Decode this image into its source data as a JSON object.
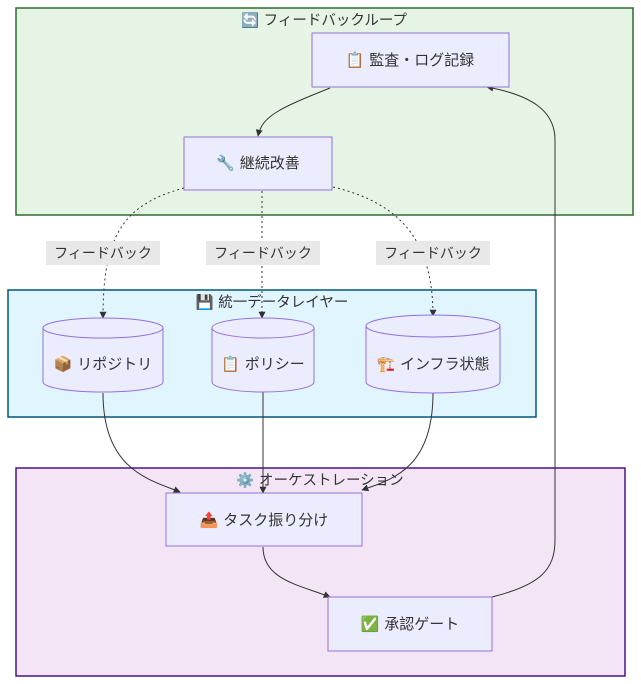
{
  "clusters": {
    "feedback": {
      "title": "🔄 フィードバックループ",
      "fill": "#e6f4e6",
      "stroke": "#2e6b2e"
    },
    "data_layer": {
      "title": "💾 統一データレイヤー",
      "fill": "#e1f5fe",
      "stroke": "#01577a"
    },
    "orchestration": {
      "title": "⚙️ オーケストレーション",
      "fill": "#f3e5f5",
      "stroke": "#4a148c"
    }
  },
  "nodes": {
    "audit": {
      "label": "📋 監査・ログ記録"
    },
    "improve": {
      "label": "🔧 継続改善"
    },
    "repo": {
      "label": "📦 リポジトリ"
    },
    "policy": {
      "label": "📋 ポリシー"
    },
    "infra": {
      "label": "🏗️ インフラ状態"
    },
    "dispatch": {
      "label": "📤 タスク振り分け"
    },
    "approval": {
      "label": "✅ 承認ゲート"
    }
  },
  "edges": {
    "to_repo": {
      "label": "フィードバック"
    },
    "to_policy": {
      "label": "フィードバック"
    },
    "to_infra": {
      "label": "フィードバック"
    }
  },
  "colors": {
    "node_fill": "#ececff",
    "node_stroke": "#9370db",
    "edge": "#333333",
    "edge_label_bg": "#e8e8e8"
  }
}
